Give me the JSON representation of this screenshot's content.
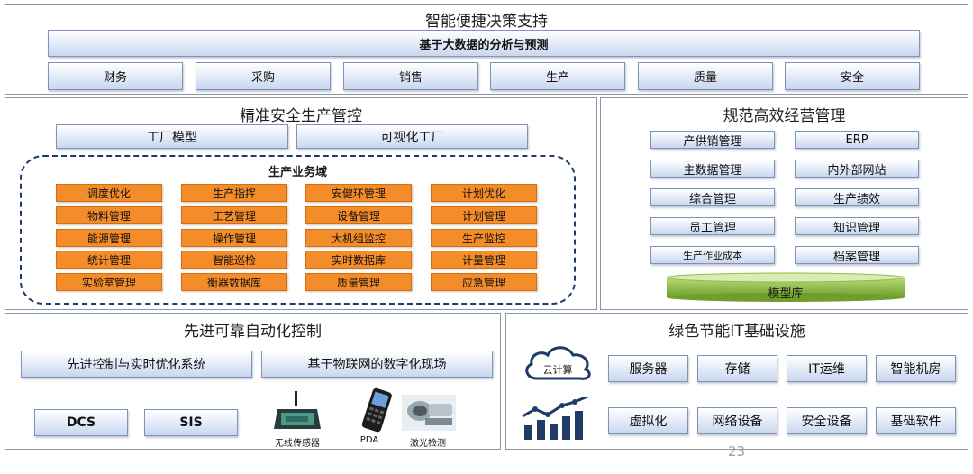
{
  "top": {
    "title": "智能便捷决策支持",
    "banner": "基于大数据的分析与预测",
    "items": [
      "财务",
      "采购",
      "销售",
      "生产",
      "质量",
      "安全"
    ]
  },
  "production": {
    "title": "精准安全生产管控",
    "top_boxes": [
      "工厂模型",
      "可视化工厂"
    ],
    "domain_title": "生产业务域",
    "grid": [
      [
        "调度优化",
        "生产指挥",
        "安健环管理",
        "计划优化"
      ],
      [
        "物料管理",
        "工艺管理",
        "设备管理",
        "计划管理"
      ],
      [
        "能源管理",
        "操作管理",
        "大机组监控",
        "生产监控"
      ],
      [
        "统计管理",
        "智能巡检",
        "实时数据库",
        "计量管理"
      ],
      [
        "实验室管理",
        "衡器数据库",
        "质量管理",
        "应急管理"
      ]
    ]
  },
  "business": {
    "title": "规范高效经营管理",
    "left": [
      "产供销管理",
      "主数据管理",
      "综合管理",
      "员工管理",
      "生产作业成本"
    ],
    "right": [
      "ERP",
      "内外部网站",
      "生产绩效",
      "知识管理",
      "档案管理"
    ],
    "model_lib": "模型库"
  },
  "automation": {
    "title": "先进可靠自动化控制",
    "boxes": [
      "先进控制与实时优化系统",
      "基于物联网的数字化现场"
    ],
    "systems": [
      "DCS",
      "SIS"
    ],
    "devices": [
      "无线传感器",
      "PDA",
      "激光检测"
    ]
  },
  "infra": {
    "title": "绿色节能IT基础设施",
    "cloud_label": "云计算",
    "row1": [
      "服务器",
      "存储",
      "IT运维",
      "智能机房"
    ],
    "row2": [
      "虚拟化",
      "网络设备",
      "安全设备",
      "基础软件"
    ]
  },
  "page_number": "23",
  "colors": {
    "accent_orange": "#f58c2a",
    "box_blue": "#c8d6ef",
    "navy": "#1f3b66",
    "model_green": "#8fbf3f"
  }
}
